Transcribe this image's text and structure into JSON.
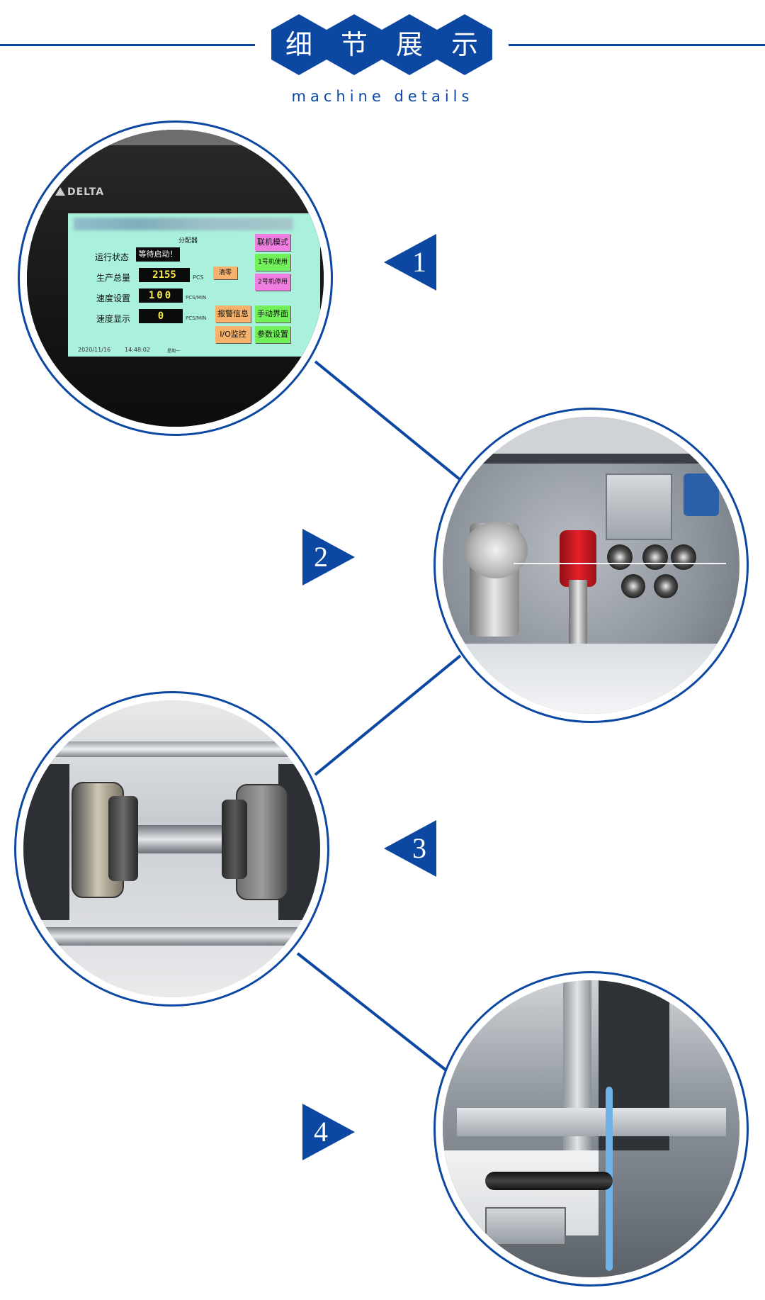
{
  "header": {
    "title_chars": [
      "细",
      "节",
      "展",
      "示"
    ],
    "subtitle": "machine details",
    "accent_color": "#0c47a1"
  },
  "markers": [
    "1",
    "2",
    "3",
    "4"
  ],
  "screen": {
    "brand": "DELTA",
    "title_suffix": "分配器",
    "status_label": "运行状态",
    "status_value": "等待启动！",
    "total_label": "生产总量",
    "total_value": "2155",
    "total_unit": "PCS",
    "clear_button": "清零",
    "speed_set_label": "速度设置",
    "speed_set_value": "100",
    "speed_set_unit": "PCS/MIN",
    "speed_show_label": "速度显示",
    "speed_show_value": "0",
    "speed_show_unit": "PCS/MIN",
    "alarm_button": "报警信息",
    "io_button": "I/O监控",
    "right_buttons": [
      "联机模式",
      "1号机使用",
      "2号机停用",
      "手动界面",
      "参数设置"
    ],
    "date": "2020/11/16",
    "time": "14:48:02",
    "day": "星期一"
  }
}
